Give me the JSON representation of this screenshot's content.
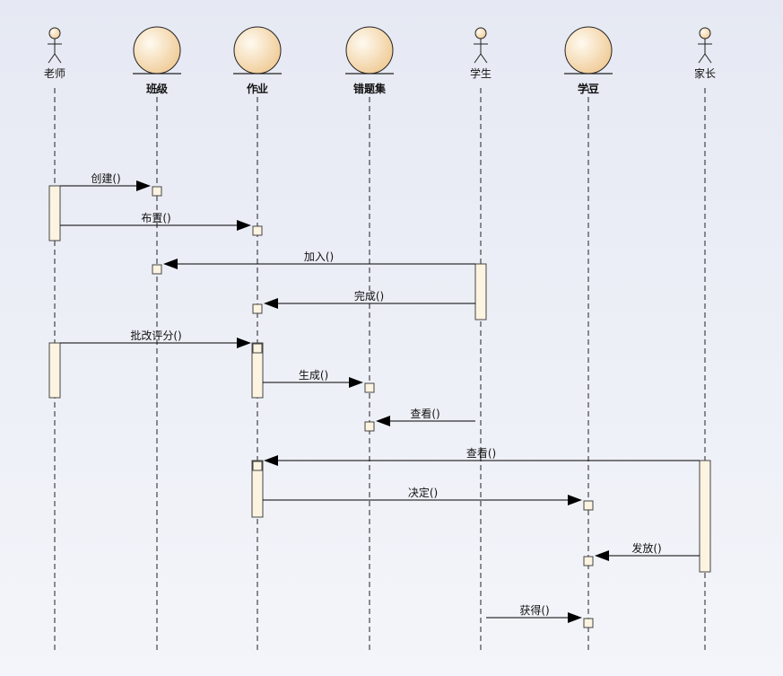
{
  "participants": [
    {
      "id": "teacher",
      "label": "老师",
      "kind": "actor"
    },
    {
      "id": "class",
      "label": "班级",
      "kind": "entity"
    },
    {
      "id": "homework",
      "label": "作业",
      "kind": "entity"
    },
    {
      "id": "mistakes",
      "label": "错题集",
      "kind": "entity"
    },
    {
      "id": "student",
      "label": "学生",
      "kind": "actor"
    },
    {
      "id": "beans",
      "label": "学豆",
      "kind": "entity"
    },
    {
      "id": "parent",
      "label": "家长",
      "kind": "actor"
    }
  ],
  "messages": [
    {
      "from": "teacher",
      "to": "class",
      "label": "创建()"
    },
    {
      "from": "teacher",
      "to": "homework",
      "label": "布置()"
    },
    {
      "from": "student",
      "to": "class",
      "label": "加入()"
    },
    {
      "from": "student",
      "to": "homework",
      "label": "完成()"
    },
    {
      "from": "teacher",
      "to": "homework",
      "label": "批改评分()"
    },
    {
      "from": "homework",
      "to": "mistakes",
      "label": "生成()"
    },
    {
      "from": "student",
      "to": "mistakes",
      "label": "查看()"
    },
    {
      "from": "parent",
      "to": "homework",
      "label": "查看()"
    },
    {
      "from": "homework",
      "to": "beans",
      "label": "决定()"
    },
    {
      "from": "parent",
      "to": "beans",
      "label": "发放()"
    },
    {
      "from": "student",
      "to": "beans",
      "label": "获得()"
    }
  ],
  "colors": {
    "activation_fill": "#fdf3e1",
    "entity_light": "#fffaf0",
    "entity_dark": "#f0cc98",
    "line": "#000000"
  }
}
